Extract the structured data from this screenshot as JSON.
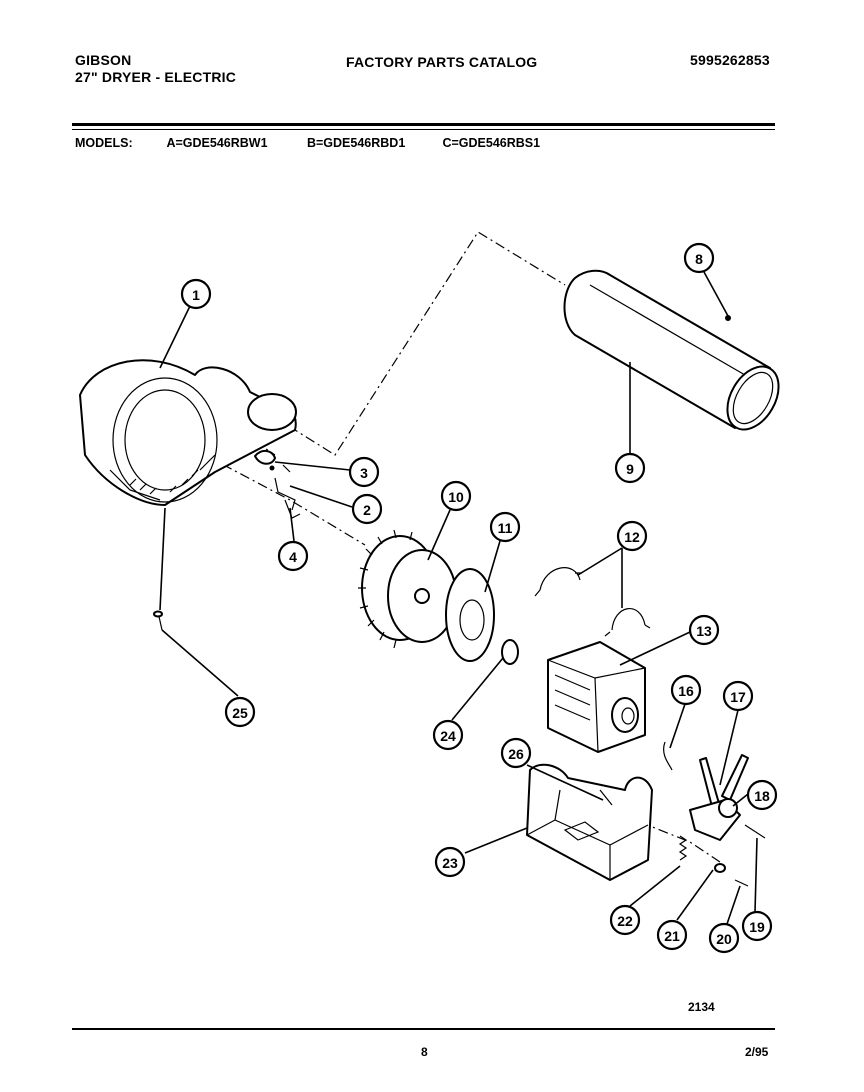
{
  "header": {
    "brand": "GIBSON",
    "product": "27\" DRYER - ELECTRIC",
    "catalog_title": "FACTORY PARTS CATALOG",
    "part_number": "5995262853"
  },
  "models": {
    "label": "MODELS:",
    "items": [
      "A=GDE546RBW1",
      "B=GDE546RBD1",
      "C=GDE546RBS1"
    ]
  },
  "callouts": [
    "1",
    "2",
    "3",
    "4",
    "8",
    "9",
    "10",
    "11",
    "12",
    "13",
    "16",
    "17",
    "18",
    "19",
    "20",
    "21",
    "22",
    "23",
    "24",
    "25",
    "26"
  ],
  "footer": {
    "figure_number": "2134",
    "page_number": "8",
    "revision_date": "2/95"
  }
}
